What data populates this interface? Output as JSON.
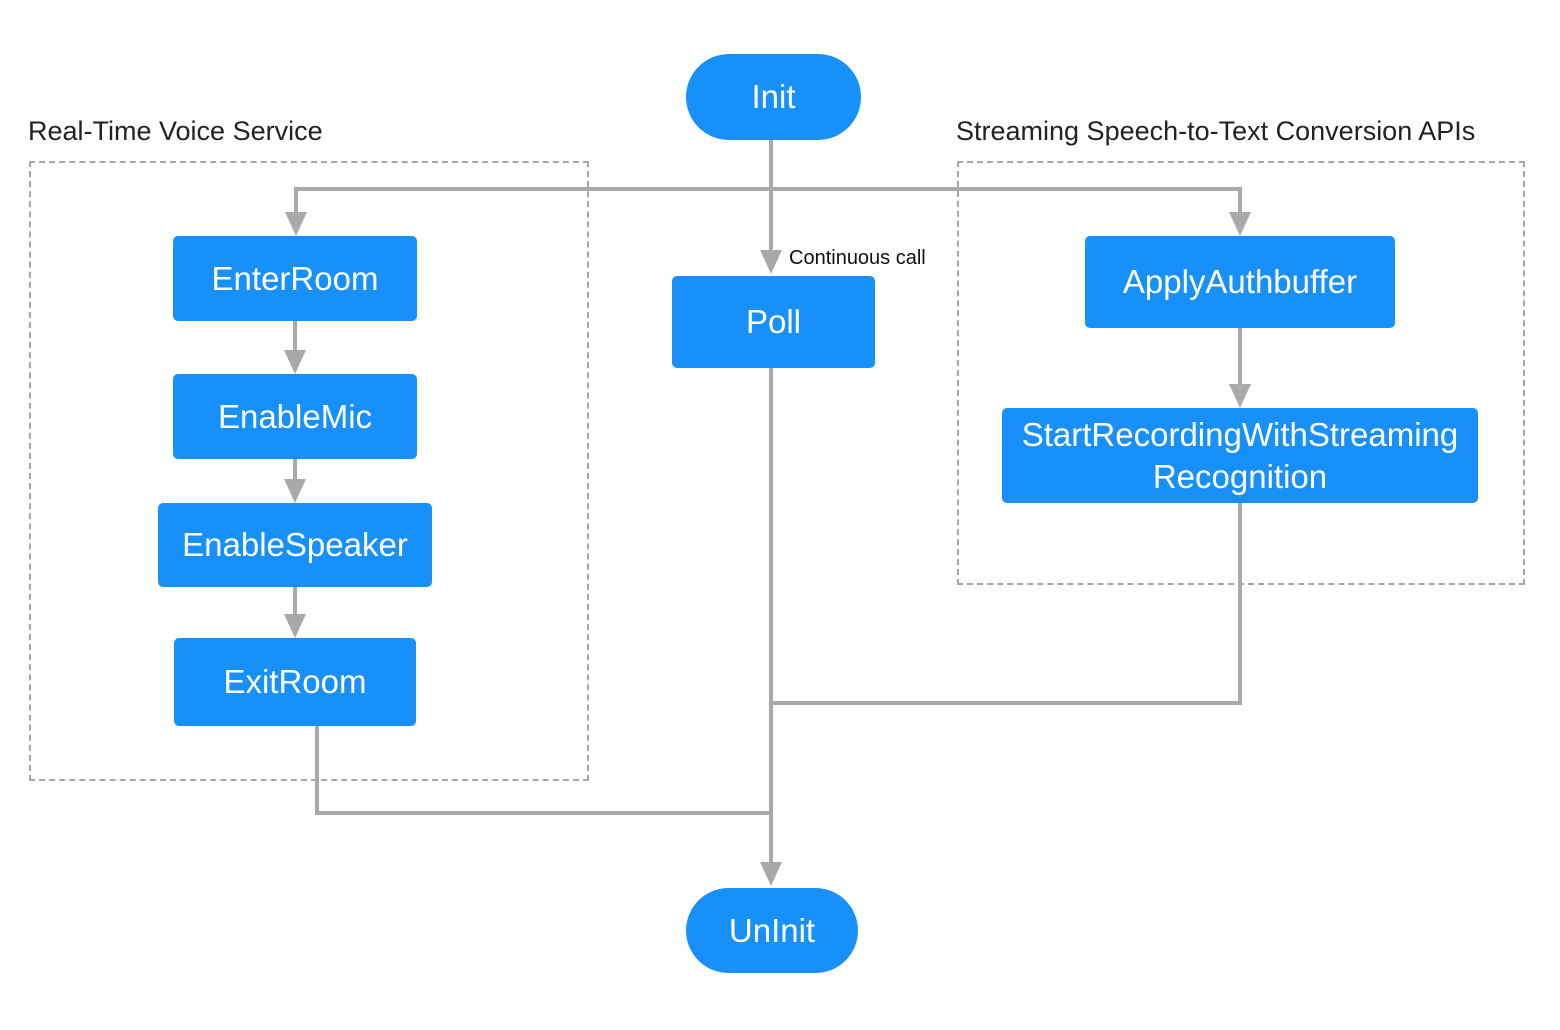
{
  "diagram": {
    "groups": [
      {
        "id": "voice_service",
        "title": "Real-Time Voice Service"
      },
      {
        "id": "stt_apis",
        "title": "Streaming Speech-to-Text Conversion APIs"
      }
    ],
    "nodes": {
      "init": {
        "label": "Init"
      },
      "poll": {
        "label": "Poll"
      },
      "uninit": {
        "label": "UnInit"
      },
      "enter_room": {
        "label": "EnterRoom"
      },
      "enable_mic": {
        "label": "EnableMic"
      },
      "enable_speaker": {
        "label": "EnableSpeaker"
      },
      "exit_room": {
        "label": "ExitRoom"
      },
      "apply_authbuffer": {
        "label": "ApplyAuthbuffer"
      },
      "start_recording": {
        "label": "StartRecordingWithStreaming\nRecognition"
      }
    },
    "annotations": {
      "continuous_call": "Continuous call"
    },
    "colors": {
      "node_fill": "#1890fa",
      "node_text": "#ffffff",
      "connector": "#a9a9a9",
      "dashed_border": "#a6a6a6",
      "title_text": "#222222",
      "background": "#ffffff"
    }
  }
}
